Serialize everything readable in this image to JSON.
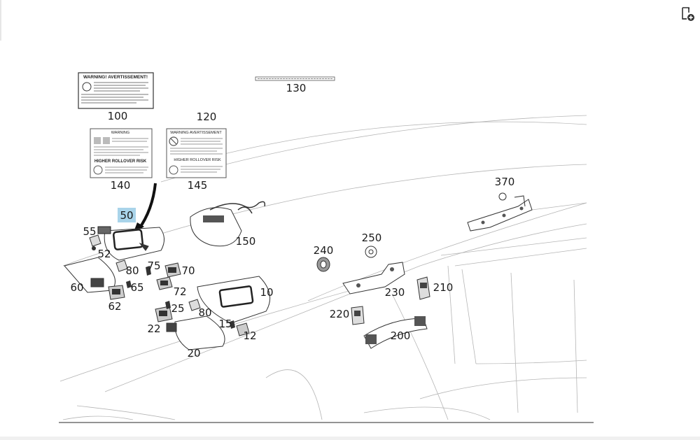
{
  "toolbar": {
    "icon": "add-document-icon"
  },
  "highlight_color": "#a9d4ea",
  "callouts": [
    {
      "id": "100",
      "label": "100"
    },
    {
      "id": "120",
      "label": "120"
    },
    {
      "id": "130",
      "label": "130"
    },
    {
      "id": "140",
      "label": "140"
    },
    {
      "id": "145",
      "label": "145"
    },
    {
      "id": "50",
      "label": "50",
      "highlighted": true
    },
    {
      "id": "55",
      "label": "55"
    },
    {
      "id": "52",
      "label": "52"
    },
    {
      "id": "80a",
      "label": "80"
    },
    {
      "id": "75",
      "label": "75"
    },
    {
      "id": "70",
      "label": "70"
    },
    {
      "id": "60",
      "label": "60"
    },
    {
      "id": "65",
      "label": "65"
    },
    {
      "id": "72",
      "label": "72"
    },
    {
      "id": "62",
      "label": "62"
    },
    {
      "id": "25",
      "label": "25"
    },
    {
      "id": "80b",
      "label": "80"
    },
    {
      "id": "22",
      "label": "22"
    },
    {
      "id": "20",
      "label": "20"
    },
    {
      "id": "10",
      "label": "10"
    },
    {
      "id": "15",
      "label": "15"
    },
    {
      "id": "12",
      "label": "12"
    },
    {
      "id": "150",
      "label": "150"
    },
    {
      "id": "240",
      "label": "240"
    },
    {
      "id": "250",
      "label": "250"
    },
    {
      "id": "230",
      "label": "230"
    },
    {
      "id": "210",
      "label": "210"
    },
    {
      "id": "220",
      "label": "220"
    },
    {
      "id": "200",
      "label": "200"
    },
    {
      "id": "370",
      "label": "370"
    }
  ],
  "labels": {
    "l100_title": "WARNING! AVERTISSEMENT!",
    "l140_title": "WARNING",
    "l140_footer": "HIGHER ROLLOVER RISK",
    "l145_title": "WARNING AVERTISSEMENT",
    "l145_footer": "HIGHER ROLLOVER RISK"
  }
}
